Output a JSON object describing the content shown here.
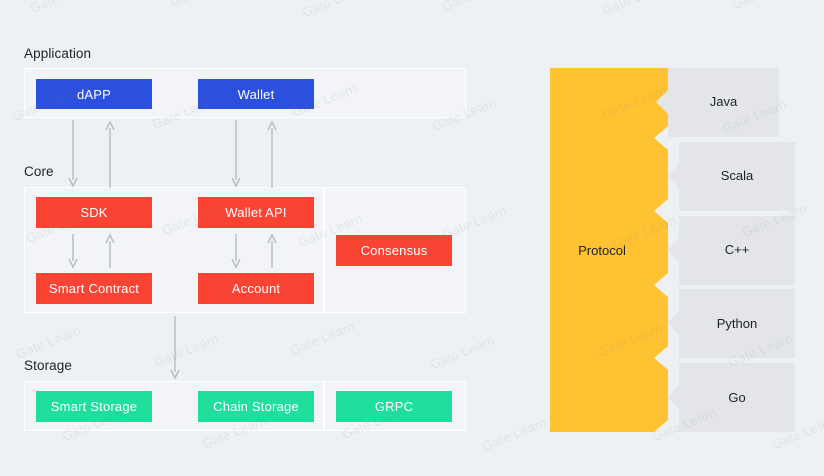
{
  "theme": {
    "background": "#eef1f4",
    "blue": "#2b50dd",
    "red": "#fb4334",
    "green": "#20de9b",
    "yellow": "#ffc231",
    "lang_grey": "#e3e5e8",
    "text_dark": "#20242b",
    "text_light": "#ffffff"
  },
  "watermark": {
    "text": "Gate Learn"
  },
  "layers": [
    {
      "label": "Application",
      "groups": [
        {
          "name": "application-main",
          "nodes": [
            {
              "label": "dAPP",
              "color": "blue"
            },
            {
              "label": "Wallet",
              "color": "blue"
            }
          ]
        }
      ]
    },
    {
      "label": "Core",
      "groups": [
        {
          "name": "core-main",
          "nodes": [
            {
              "label": "SDK",
              "color": "red"
            },
            {
              "label": "Wallet API",
              "color": "red"
            },
            {
              "label": "Smart Contract",
              "color": "red"
            },
            {
              "label": "Account",
              "color": "red"
            }
          ]
        },
        {
          "name": "core-consensus",
          "nodes": [
            {
              "label": "Consensus",
              "color": "red"
            }
          ]
        }
      ]
    },
    {
      "label": "Storage",
      "groups": [
        {
          "name": "storage-main",
          "nodes": [
            {
              "label": "Smart Storage",
              "color": "green"
            },
            {
              "label": "Chain Storage",
              "color": "green"
            }
          ]
        },
        {
          "name": "storage-grpc",
          "nodes": [
            {
              "label": "GRPC",
              "color": "green"
            }
          ]
        }
      ]
    }
  ],
  "protocol": {
    "label": "Protocol",
    "color": "#ffc231"
  },
  "languages": [
    {
      "label": "Java"
    },
    {
      "label": "Scala"
    },
    {
      "label": "C++"
    },
    {
      "label": "Python"
    },
    {
      "label": "Go"
    }
  ]
}
